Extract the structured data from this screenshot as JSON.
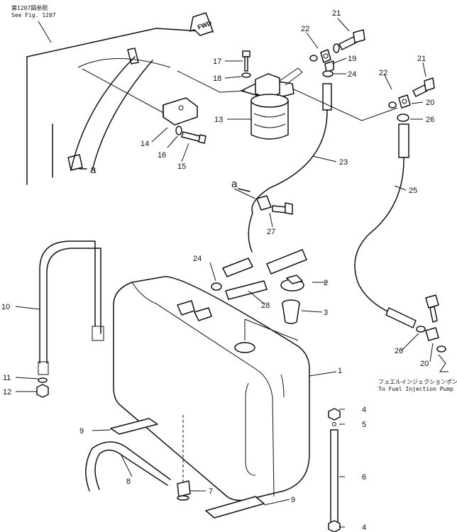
{
  "reference_note": {
    "jp": "第1207図参照",
    "en": "See Fig. 1207"
  },
  "direction_marker": "FWD",
  "view_marker": "a",
  "destination_note": {
    "jp": "フュエルインジェクションポンプへ",
    "en": "To Fuel Injection Pump"
  },
  "callouts": [
    "1",
    "2",
    "3",
    "4",
    "4",
    "5",
    "6",
    "7",
    "8",
    "9",
    "9",
    "10",
    "11",
    "12",
    "13",
    "14",
    "15",
    "16",
    "17",
    "18",
    "19",
    "20",
    "20",
    "21",
    "21",
    "22",
    "22",
    "23",
    "24",
    "24",
    "25",
    "26",
    "26",
    "27",
    "28"
  ]
}
